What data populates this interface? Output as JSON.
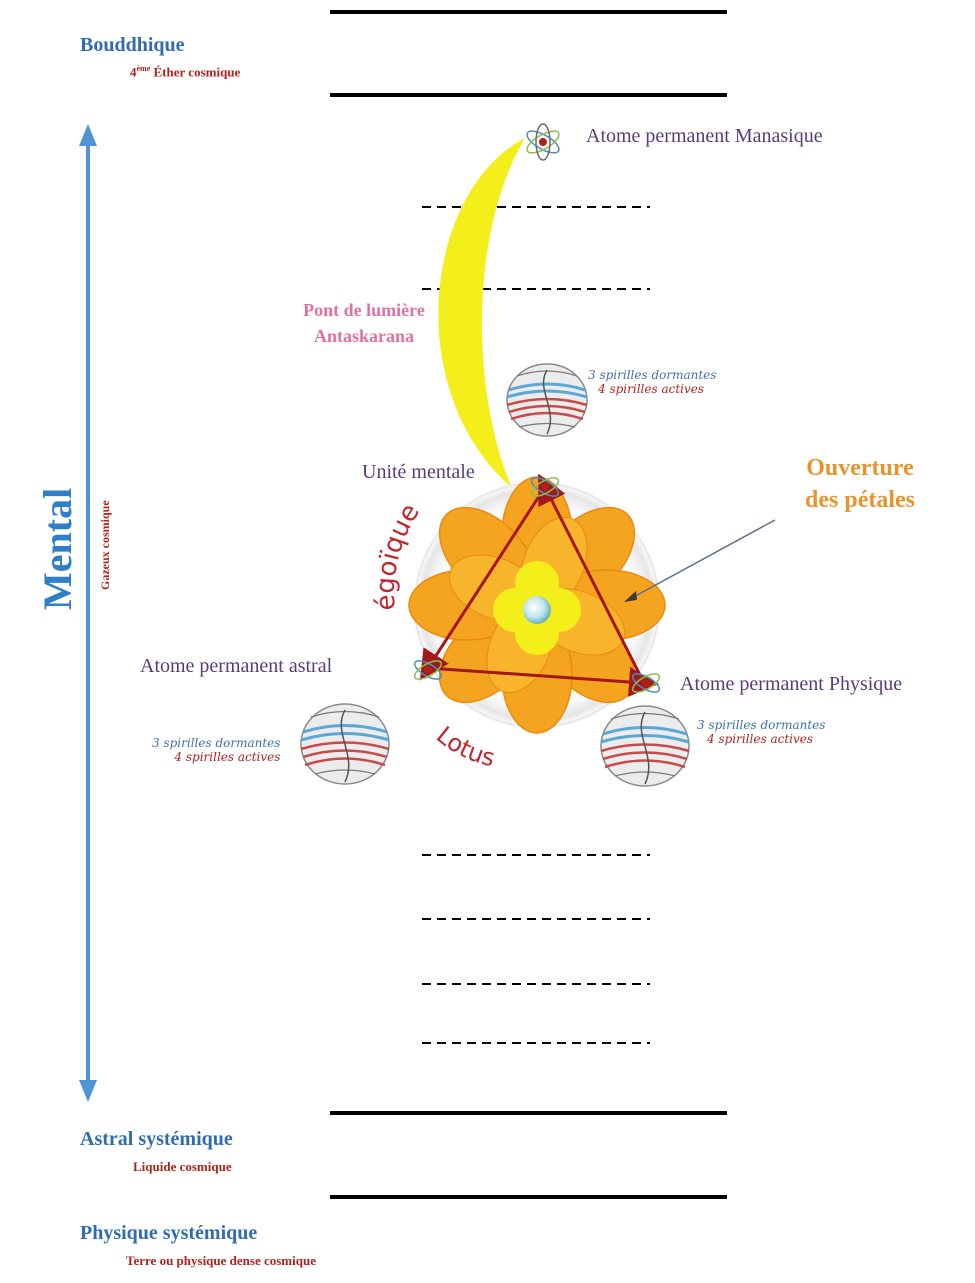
{
  "planes": {
    "bouddhique": {
      "title": "Bouddhique",
      "sub_sup": "ème",
      "sub_num": "4",
      "sub_rest": " Éther cosmique"
    },
    "mental": {
      "title": "Mental",
      "sub": "Gazeux cosmique"
    },
    "astral": {
      "title": "Astral systémique",
      "sub": "Liquide cosmique"
    },
    "physique": {
      "title": "Physique systémique",
      "sub": "Terre ou physique dense cosmique"
    }
  },
  "labels": {
    "manasique": "Atome permanent Manasique",
    "pont_line1": "Pont de lumière",
    "pont_line2": "Antaskarana",
    "unite": "Unité mentale",
    "astral_atom": "Atome permanent astral",
    "physique_atom": "Atome permanent Physique",
    "ouverture_line1": "Ouverture",
    "ouverture_line2": "des pétales",
    "egoique": "égoïque",
    "lotus": "Lotus"
  },
  "spirilles": {
    "dormant": "3 spirilles dormantes",
    "active": "4 spirilles actives"
  },
  "colors": {
    "plane_blue": "#2f6db0",
    "sub_red": "#b0221c",
    "label_purple": "#5a3b7a",
    "bridge_yellow": "#f4ee1a",
    "lotus_orange": "#f5a41f",
    "triangle_red": "#a3161a",
    "ouverture_orange": "#e9932b",
    "pont_pink": "#e3719e"
  }
}
